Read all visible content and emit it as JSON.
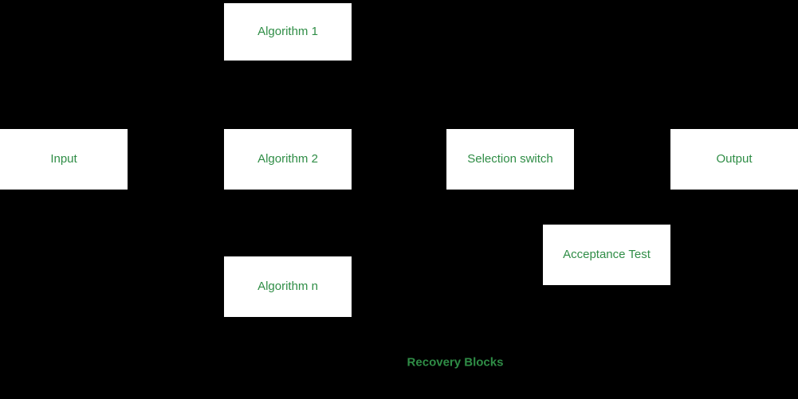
{
  "diagram": {
    "title": "Recovery Blocks",
    "colors": {
      "background": "#000000",
      "box_fill": "#ffffff",
      "text_green": "#2f8d46"
    },
    "nodes": {
      "algorithm1": {
        "label": "Algorithm 1"
      },
      "input": {
        "label": "Input"
      },
      "algorithm2": {
        "label": "Algorithm 2"
      },
      "selection_switch": {
        "label": "Selection switch"
      },
      "output": {
        "label": "Output"
      },
      "acceptance_test": {
        "label": "Acceptance Test"
      },
      "algorithm_n": {
        "label": "Algorithm n"
      }
    }
  }
}
